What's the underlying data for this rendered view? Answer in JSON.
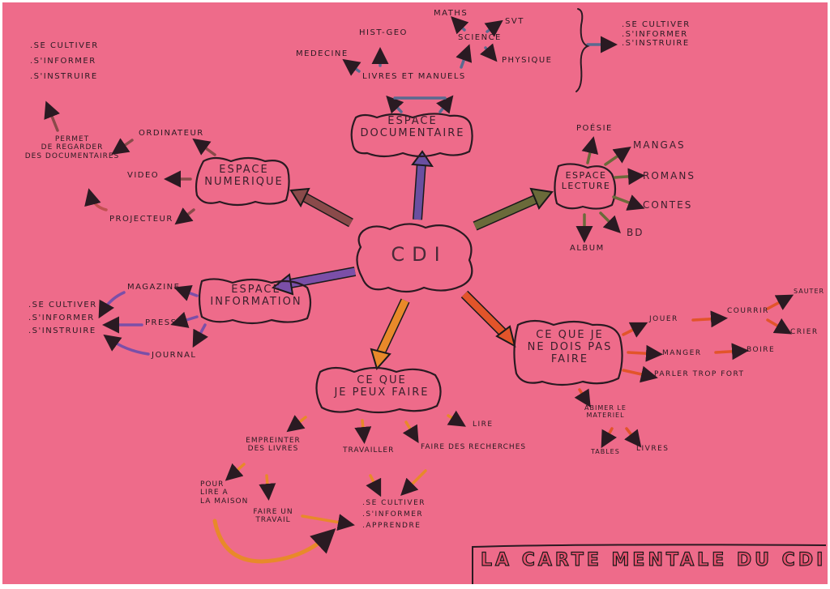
{
  "center": "CDI",
  "espace_documentaire": {
    "title_line1": "ESPACE",
    "title_line2": "DOCUMENTAIRE",
    "livres": "LIVRES ET MANUELS",
    "medecine": "MEDECINE",
    "hist_geo": "HIST-GEO",
    "maths": "MATHS",
    "science": "SCIENCE",
    "svt": "SVT",
    "physique": "PHYSIQUE",
    "goals": [
      ".SE CULTIVER",
      ".S'INFORMER",
      ".S'INSTRUIRE"
    ]
  },
  "espace_numerique": {
    "title_line1": "ESPACE",
    "title_line2": "NUMERIQUE",
    "ordinateur": "ORDINATEUR",
    "video": "VIDEO",
    "projecteur": "PROJECTEUR",
    "permet_lines": [
      "PERMET",
      "DE REGARDER",
      "DES DOCUMENTAIRES"
    ],
    "goals": [
      ".SE CULTIVER",
      ".S'INFORMER",
      ".S'INSTRUIRE"
    ]
  },
  "espace_lecture": {
    "title_line1": "ESPACE",
    "title_line2": "LECTURE",
    "poesie": "POÉSIE",
    "mangas": "MANGAS",
    "romans": "ROMANS",
    "contes": "CONTES",
    "bd": "BD",
    "album": "ALBUM"
  },
  "espace_information": {
    "title_line1": "ESPACE",
    "title_line2": "INFORMATION",
    "magazine": "MAGAZINE",
    "presse": "PRESSE",
    "journal": "JOURNAL",
    "goals": [
      ".SE CULTIVER",
      ".S'INFORMER",
      ".S'INSTRUIRE"
    ]
  },
  "ce_que_je_peux_faire": {
    "title_line1": "CE QUE",
    "title_line2": "JE PEUX FAIRE",
    "emprunter_lines": [
      "EMPREINTER",
      "DES LIVRES"
    ],
    "travailler": "TRAVAILLER",
    "recherches": "FAIRE DES RECHERCHES",
    "lire": "LIRE",
    "maison_lines": [
      "POUR",
      "LIRE A",
      "LA MAISON"
    ],
    "travail_lines": [
      "FAIRE UN",
      "TRAVAIL"
    ],
    "goals": [
      ".SE CULTIVER",
      ".S'INFORMER",
      ".APPRENDRE"
    ]
  },
  "ce_que_je_ne_dois_pas_faire": {
    "title_line1": "CE QUE JE",
    "title_line2": "NE DOIS PAS",
    "title_line3": "FAIRE",
    "jouer": "JOUER",
    "courrir": "COURRIR",
    "sauter": "SAUTER",
    "crier": "CRIER",
    "manger": "MANGER",
    "boire": "BOIRE",
    "parler": "PARLER TROP FORT",
    "abimer_lines": [
      "ABIMER LE",
      "MATERIEL"
    ],
    "tables": "TABLES",
    "livres": "LIVRES"
  },
  "title": "LA CARTE MENTALE DU CDI",
  "colors": {
    "paper": "#ee6b8a",
    "ink": "#2a1a22",
    "purple": "#7b4fa8",
    "blue_grey": "#5a6a90",
    "brown": "#8a4a4a",
    "olive": "#6a6a3a",
    "orange": "#e8892a",
    "red_orange": "#e2542a",
    "title_fill": "#e8506e"
  }
}
